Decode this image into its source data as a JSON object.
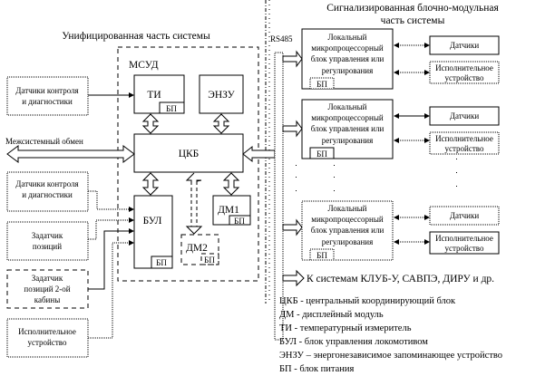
{
  "titles": {
    "unified": "Унифицированная часть системы",
    "signal_line1": "Сигнализированная блочно-модульная",
    "signal_line2": "часть системы",
    "rs485": "RS485"
  },
  "msud": {
    "label": "МСУД",
    "ti": "ТИ",
    "enzu": "ЭНЗУ",
    "ckb": "ЦКБ",
    "bul": "БУЛ",
    "dm1": "ДМ1",
    "dm2": "ДМ2",
    "bp": "БП"
  },
  "left": {
    "sensors_top": [
      "Датчики контроля",
      "и диагностики"
    ],
    "intersystem": "Межсистемный обмен",
    "sensors": [
      "Датчики контроля",
      "и диагностики"
    ],
    "setter": [
      "Задатчик",
      "позиций"
    ],
    "setter2": [
      "Задатчик",
      "позиций 2-ой",
      "кабины"
    ],
    "actuator": [
      "Исполнительное",
      "устройство"
    ]
  },
  "local_block": {
    "lines": [
      "Локальный",
      "микропроцессорный",
      "блок управления или",
      "регулирования"
    ],
    "bp": "БП",
    "sensor": "Датчики",
    "actuator": [
      "Исполнительное",
      "устройство"
    ]
  },
  "to_systems": "К системам КЛУБ-У, САВПЭ, ДИРУ и др.",
  "legend": [
    "ЦКБ - центральный координирующий блок",
    "ДМ - дисплейный модуль",
    "ТИ - температурный измеритель",
    "БУЛ - блок управления локомотивом",
    "ЭНЗУ – энергонезависимое запоминающее устройство",
    "БП - блок питания"
  ]
}
